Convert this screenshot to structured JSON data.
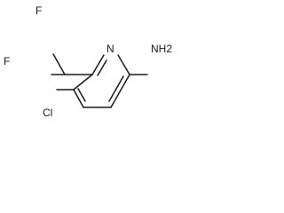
{
  "molecule": {
    "atoms": {
      "f_top": "F",
      "f_left": "F",
      "n_ring": "N",
      "nh2": "NH2",
      "cl": "Cl"
    }
  },
  "colors": {
    "ink": "#1a1a1a",
    "background": "#ffffff"
  }
}
